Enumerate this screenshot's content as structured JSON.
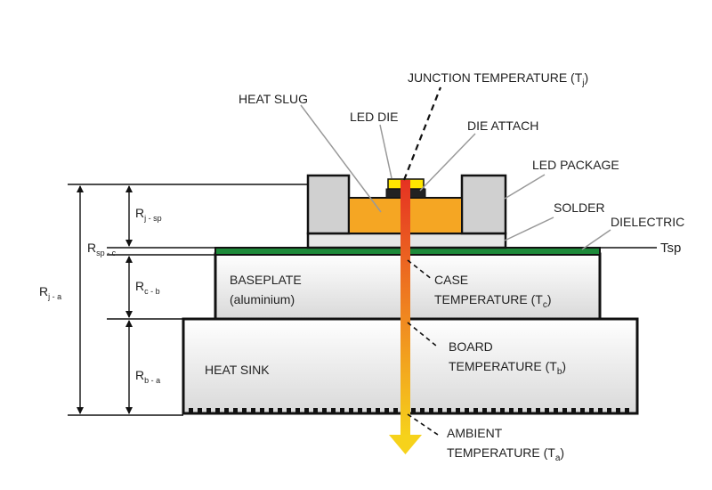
{
  "labels": {
    "junction_temp": "JUNCTION TEMPERATURE (T",
    "junction_sub": "j",
    "heat_slug": "HEAT SLUG",
    "led_die": "LED DIE",
    "die_attach": "DIE ATTACH",
    "led_package": "LED PACKAGE",
    "solder": "SOLDER",
    "dielectric": "DIELECTRIC",
    "tsp": "Tsp",
    "baseplate_line1": "BASEPLATE",
    "baseplate_line2": "(aluminium)",
    "case_line1": "CASE",
    "case_line2": "TEMPERATURE (T",
    "case_sub": "c",
    "board_line1": "BOARD",
    "board_line2": "TEMPERATURE (T",
    "board_sub": "b",
    "heat_sink": "HEAT SINK",
    "ambient_line1": "AMBIENT",
    "ambient_line2": "TEMPERATURE (T",
    "ambient_sub": "a",
    "close_paren": ")"
  },
  "resistances": {
    "rj_sp": "R",
    "rj_sp_sub": "j - sp",
    "rsp_c": "R",
    "rsp_c_sub": "sp - c",
    "rc_b": "R",
    "rc_b_sub": "c - b",
    "rb_a": "R",
    "rb_a_sub": "b - a",
    "rj_a": "R",
    "rj_a_sub": "j - a"
  },
  "colors": {
    "slug_orange": "#F5A623",
    "die_yellow": "#FFE600",
    "pcb_green": "#1E8A3A",
    "arrow_top": "#E53222",
    "arrow_bottom": "#F6D21B",
    "housing_gray": "#D0D0D0",
    "body_light": "#F2F2F2",
    "outline": "#111111"
  }
}
